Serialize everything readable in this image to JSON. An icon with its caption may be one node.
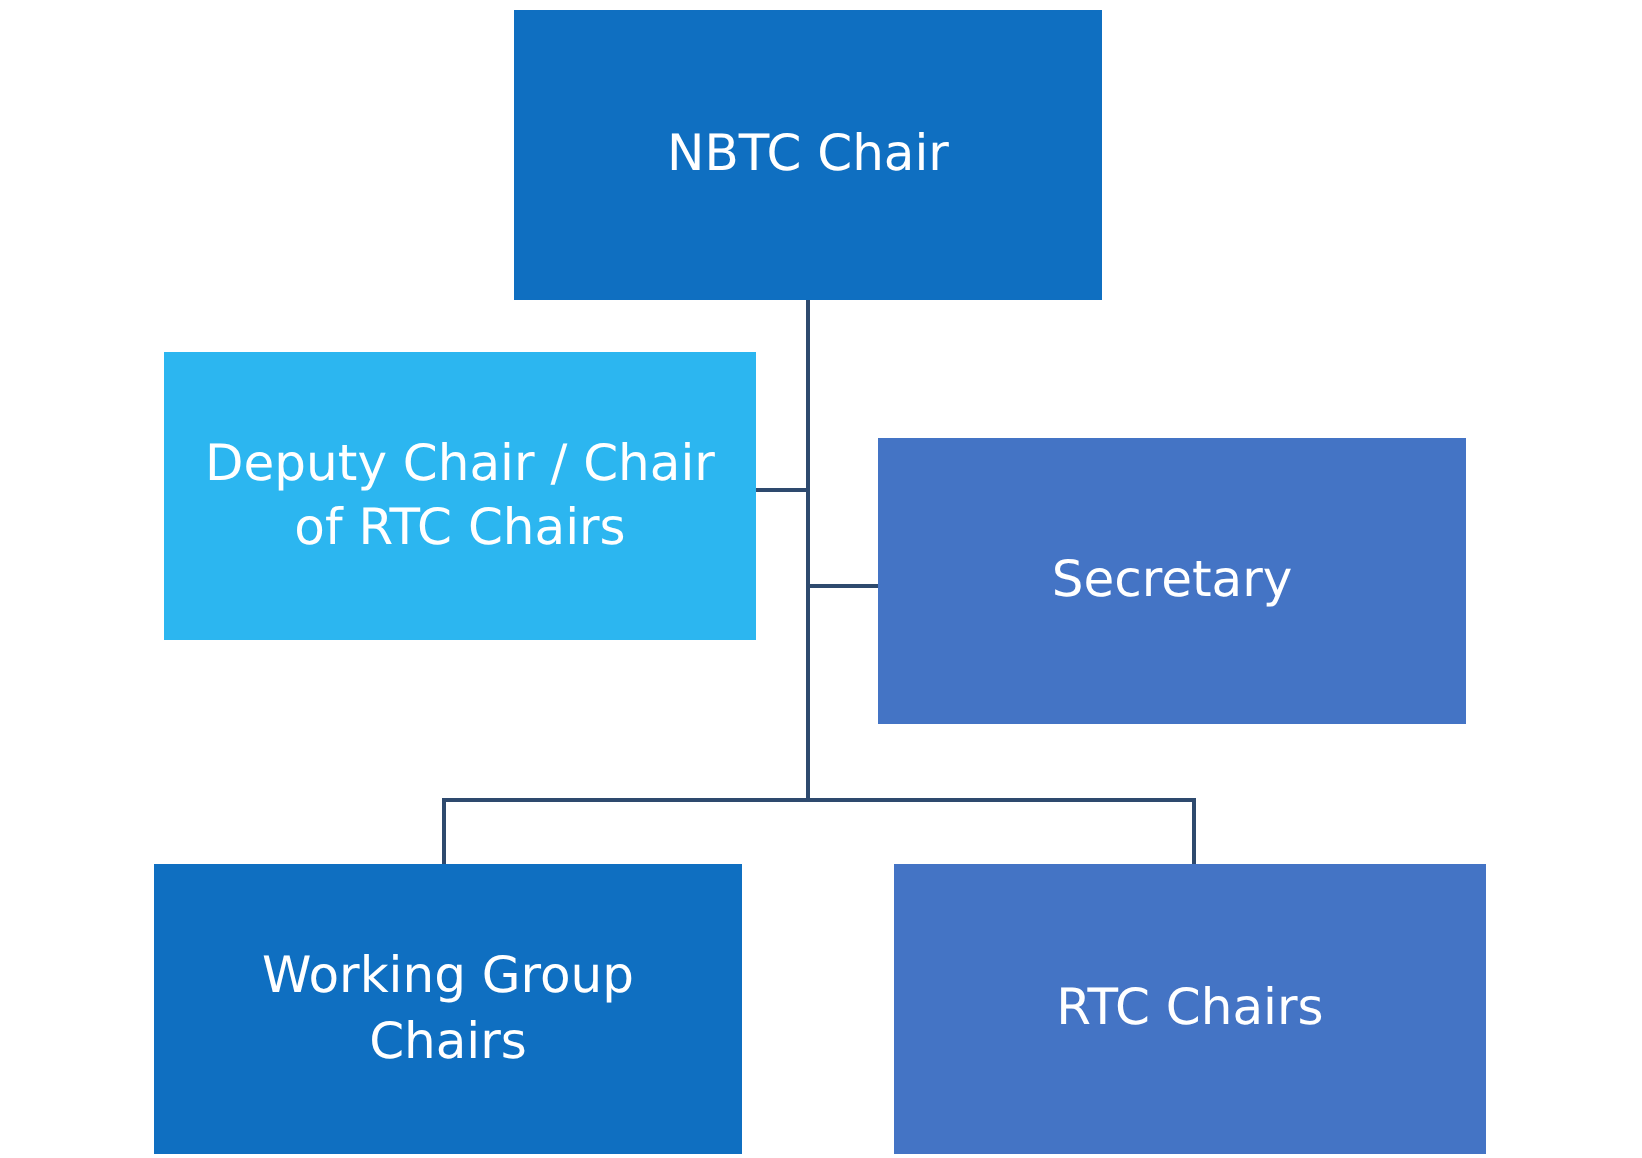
{
  "diagram": {
    "nodes": [
      {
        "text": [
          "NBTC Chair"
        ]
      },
      {
        "text": [
          "Deputy Chair / Chair of RTC Chairs"
        ]
      },
      {
        "text": [
          "Secretary"
        ]
      },
      {
        "text": [
          "Working Group Chairs"
        ]
      },
      {
        "text": [
          "RTC Chairs"
        ]
      }
    ],
    "edges": [
      {
        "from": 0,
        "to": 1,
        "arrow": "none"
      },
      {
        "from": 0,
        "to": 2,
        "arrow": "none"
      },
      {
        "from": 0,
        "to": 3,
        "arrow": "none"
      },
      {
        "from": 0,
        "to": 4,
        "arrow": "none"
      }
    ]
  }
}
